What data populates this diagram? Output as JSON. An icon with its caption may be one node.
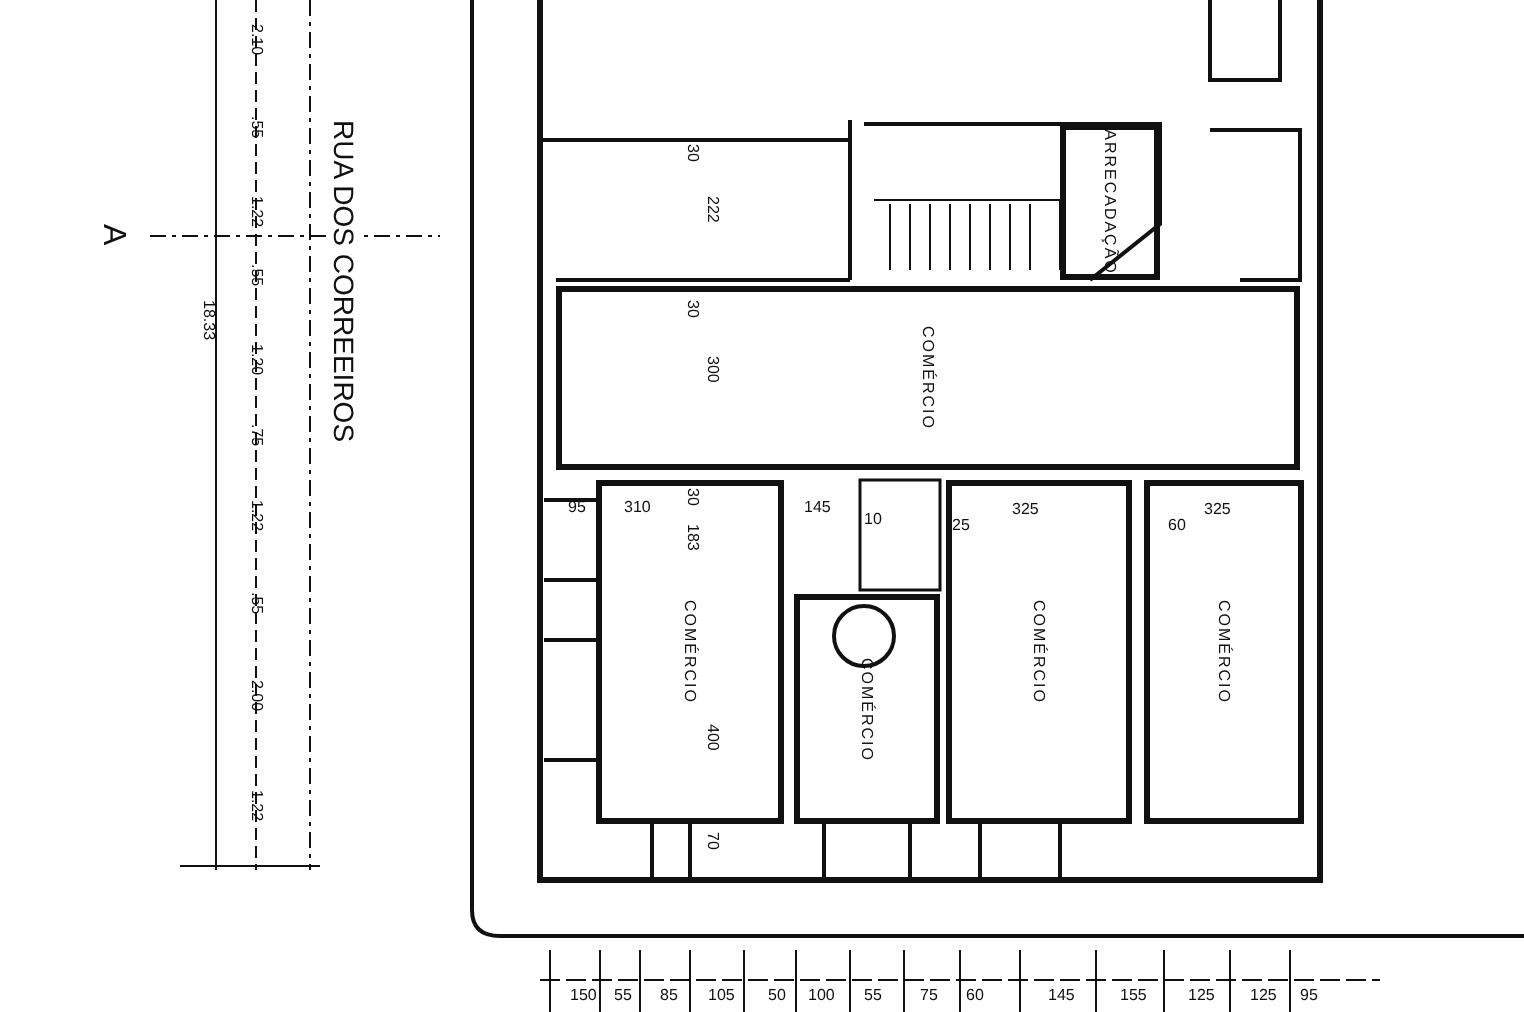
{
  "diagram": {
    "nodes": [
      {
        "text": [
          "COMÉRCIO"
        ]
      },
      {
        "text": [
          "ARRECADAÇÃO"
        ]
      },
      {
        "text": [
          "COMÉRCIO"
        ]
      },
      {
        "text": [
          "COMÉRCIO"
        ]
      },
      {
        "text": [
          "COMÉRCIO"
        ]
      },
      {
        "text": [
          "COMÉRCIO"
        ]
      }
    ],
    "edges": [],
    "labels": [
      "RUA DOS CORREEIROS",
      "A",
      "18.33",
      "2.10",
      ".55",
      "1.22",
      ".55",
      "1.20",
      ".75",
      "1.22",
      ".55",
      "2.00",
      "1.22",
      "30",
      "222",
      "30",
      "300",
      "95",
      "310",
      "30",
      "145",
      "183",
      "10",
      "400",
      "70",
      "25",
      "325",
      "60",
      "325",
      "150",
      "55",
      "85",
      "105",
      "50",
      "100",
      "55",
      "75",
      "60",
      "145",
      "155",
      "125",
      "125",
      "95"
    ]
  }
}
